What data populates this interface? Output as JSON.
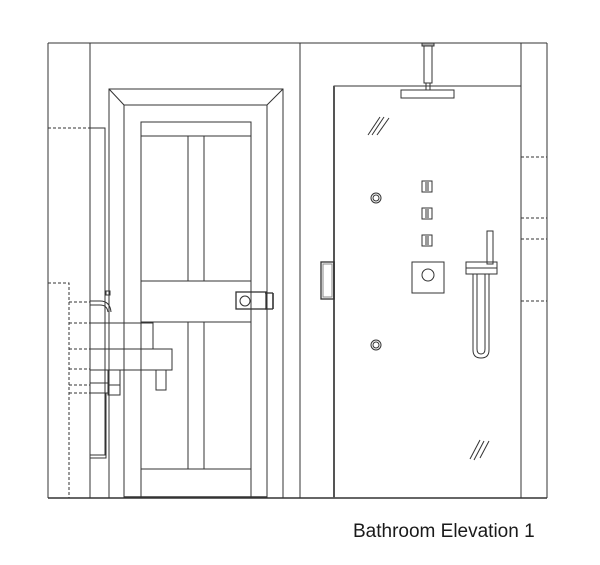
{
  "drawing": {
    "title": "Bathroom Elevation 1",
    "line_color": "#333333",
    "background": "#ffffff",
    "elements": [
      "left-wall-column",
      "vanity-with-faucet",
      "panel-door-with-casing",
      "door-lock-plate",
      "glass-shower-enclosure",
      "rain-shower-head",
      "body-jets",
      "thermostatic-mixer",
      "wall-lights",
      "hand-shower-with-hose",
      "right-wall-column"
    ]
  }
}
